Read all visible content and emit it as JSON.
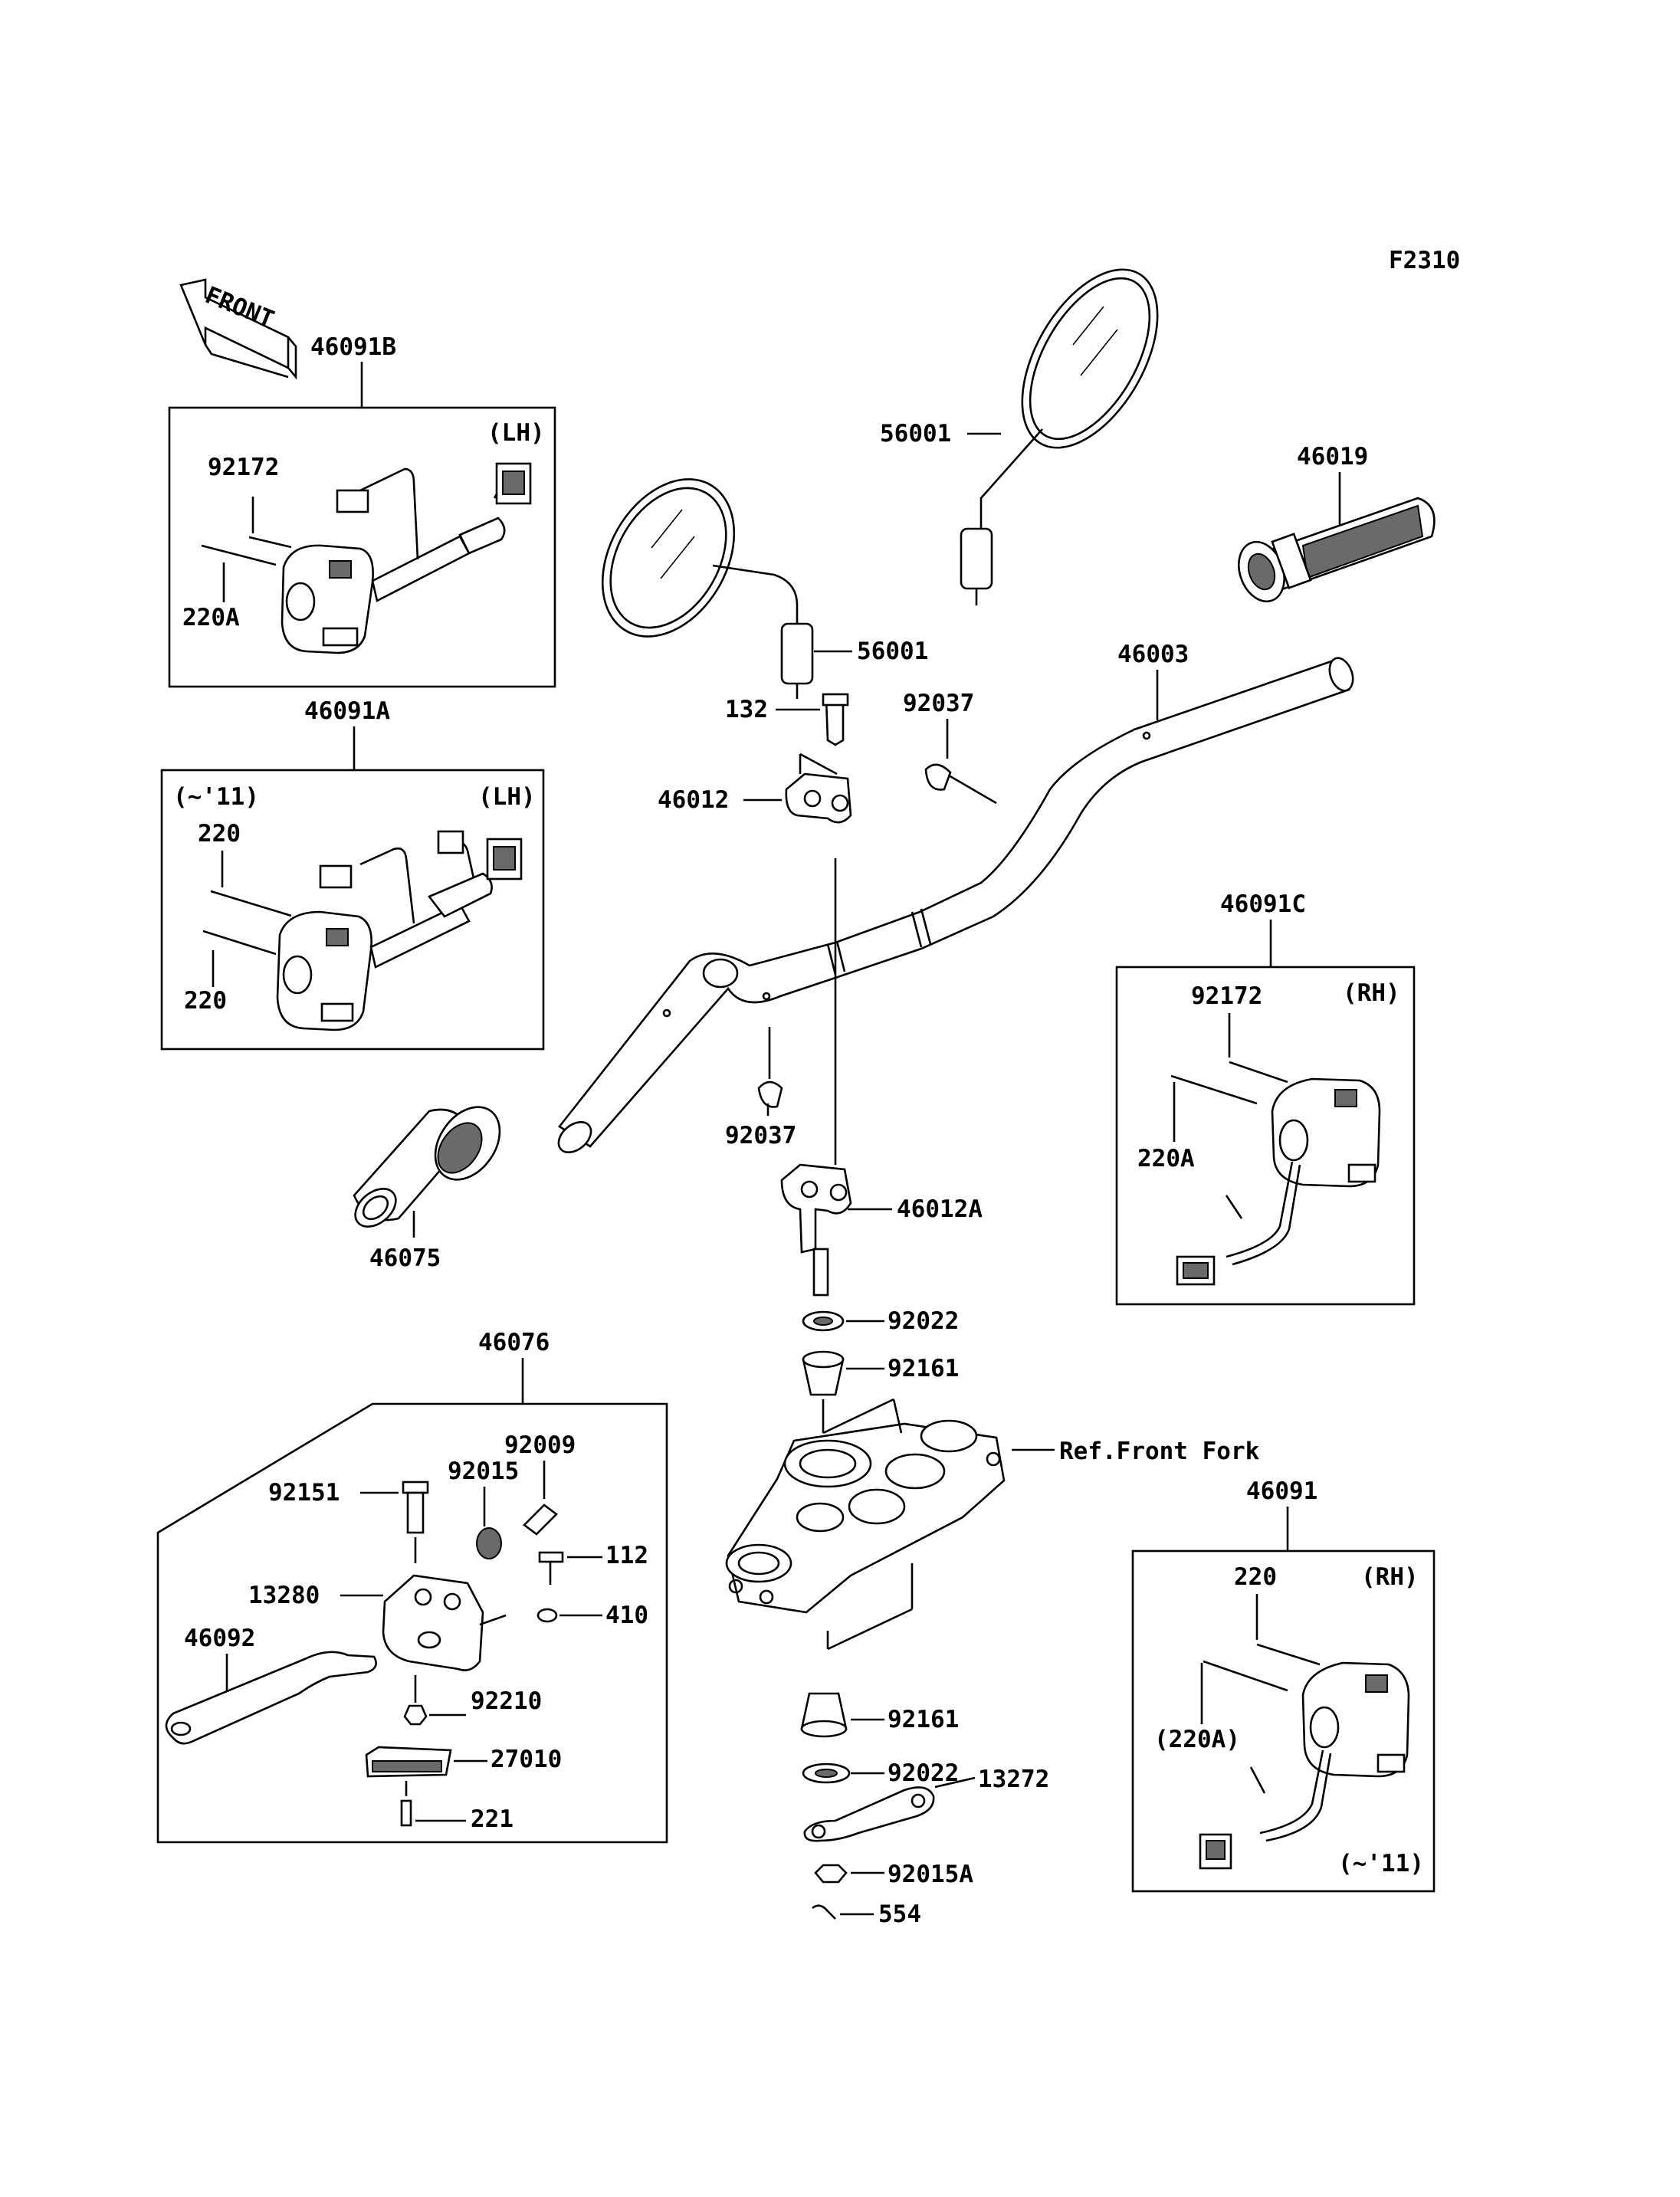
{
  "figure_code": "F2310",
  "front_marker": "FRONT",
  "boxes": {
    "b46091B": {
      "side": "(LH)"
    },
    "b46091A": {
      "side": "(LH)",
      "variant": "(~'11)"
    },
    "b46091C": {
      "side": "(RH)"
    },
    "b46091": {
      "side": "(RH)",
      "variant": "(~'11)"
    }
  },
  "labels": {
    "p46091B": "46091B",
    "p92172_lh": "92172",
    "p220A_lh": "220A",
    "p46091A": "46091A",
    "p220_lh_a": "220",
    "p220_lh_b": "220",
    "p46075": "46075",
    "p56001_r": "56001",
    "p56001_l": "56001",
    "p46019": "46019",
    "p46003": "46003",
    "p132": "132",
    "p92037_top": "92037",
    "p46012": "46012",
    "p92037_bot": "92037",
    "p46012A": "46012A",
    "p46091C": "46091C",
    "p92172_rh": "92172",
    "p220A_rh": "220A",
    "p92022_top": "92022",
    "p92161_top": "92161",
    "ref_front_fork": "Ref.Front Fork",
    "p92161_bot": "92161",
    "p92022_bot": "92022",
    "p13272": "13272",
    "p92015A": "92015A",
    "p554": "554",
    "p46076": "46076",
    "p92009": "92009",
    "p92015": "92015",
    "p92151": "92151",
    "p112": "112",
    "p13280": "13280",
    "p410": "410",
    "p46092": "46092",
    "p92210": "92210",
    "p27010": "27010",
    "p221": "221",
    "p46091": "46091",
    "p220_rh": "220",
    "p220A_rh_paren": "(220A)"
  }
}
